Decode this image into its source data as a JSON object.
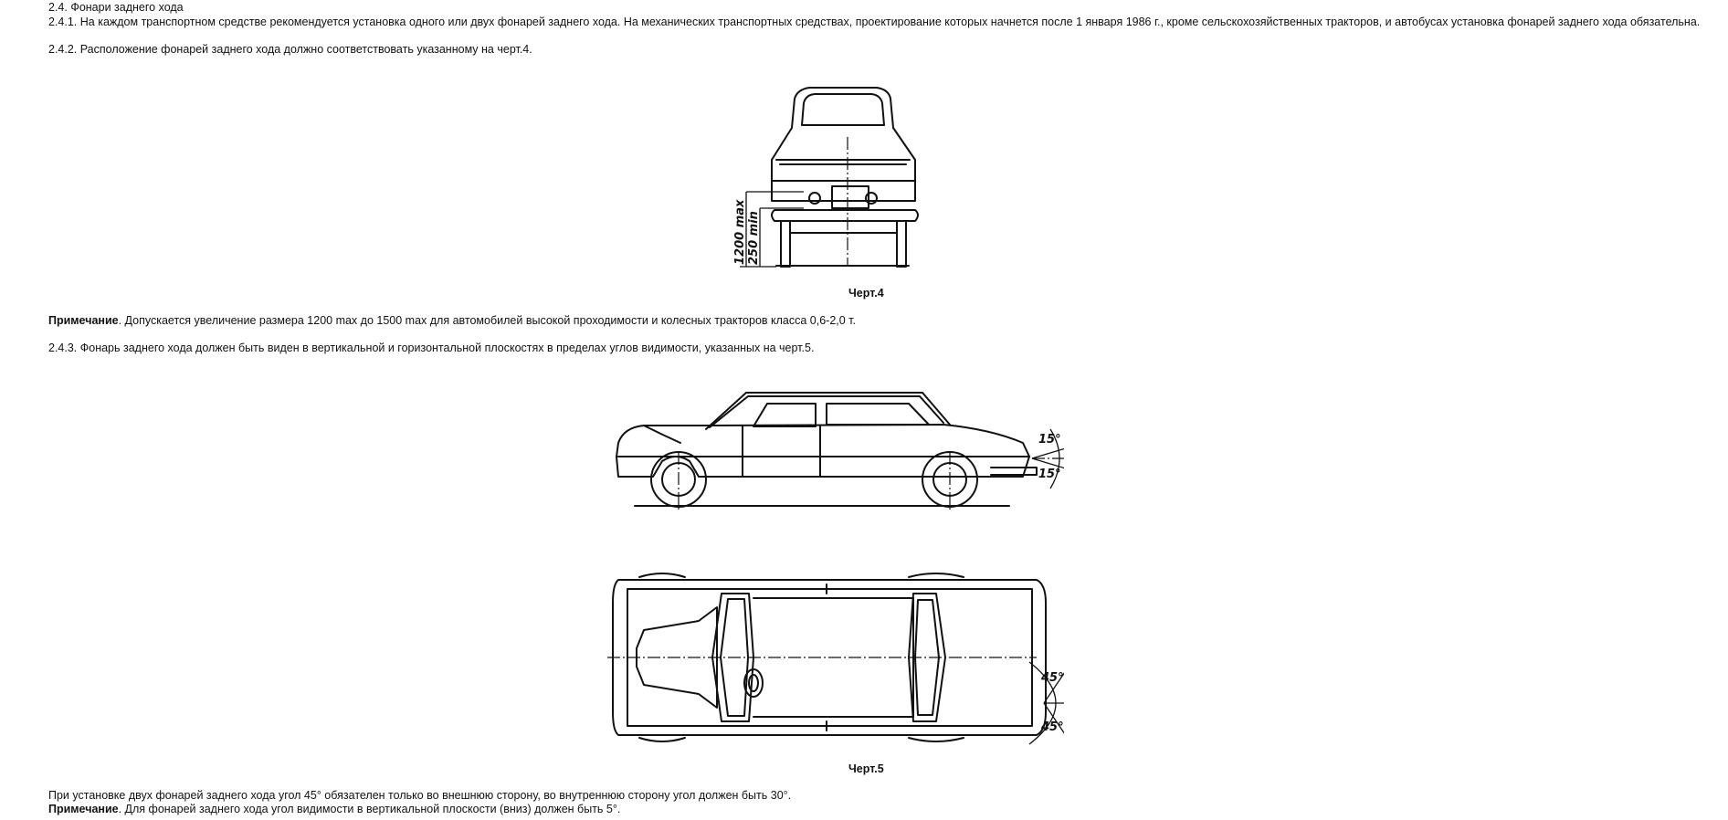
{
  "section_heading": "2.4. Фонари заднего хода",
  "p_2_4_1": "2.4.1. На каждом транспортном средстве рекомендуется установка одного или двух фонарей заднего хода. На механических транспортных средствах, проектирование которых начнется после 1 января 1986 г., кроме сельскохозяйственных тракторов, и автобусах установка фонарей заднего хода обязательна.",
  "p_2_4_2": "2.4.2. Расположение фонарей заднего хода должно соответствовать указанному на черт.4.",
  "figure4": {
    "caption": "Черт.4",
    "dim_max": "1200 max",
    "dim_min": "250 min"
  },
  "note1": {
    "label": "Примечание",
    "text": ". Допускается увеличение размера 1200 max до 1500 max для автомобилей высокой проходимости и колесных тракторов класса 0,6-2,0 т."
  },
  "p_2_4_3": "2.4.3. Фонарь заднего хода должен быть виден в вертикальной и горизонтальной плоскостях в пределах углов видимости, указанных на черт.5.",
  "figure5": {
    "caption": "Черт.5",
    "side_angle_up": "15°",
    "side_angle_down": "15°",
    "top_angle_out": "45°",
    "top_angle_in": "45°"
  },
  "p_two_lamps": "При установке двух фонарей заднего хода угол 45° обязателен только во внешнюю сторону, во внутреннюю сторону угол должен быть 30°.",
  "note2": {
    "label": "Примечание",
    "text": ". Для фонарей заднего хода угол видимости в вертикальной плоскости (вниз) должен быть 5°."
  }
}
